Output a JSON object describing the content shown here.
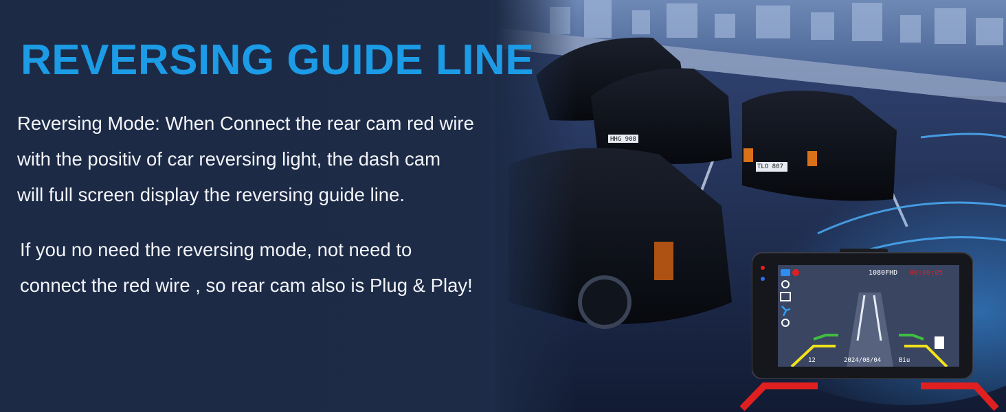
{
  "headline": "REVERSING GUIDE LINE",
  "paragraph1": {
    "lines": [
      "Reversing Mode: When Connect the rear cam red wire",
      "with the positiv of car reversing light,  the dash cam",
      "will full screen display the reversing guide line."
    ]
  },
  "paragraph2": {
    "lines": [
      "If you no need the reversing mode, not need to",
      "connect the red wire , so rear cam also is Plug & Play!"
    ]
  },
  "dashcam_screen": {
    "resolution": "1080FHD",
    "recording_time": "00:00:05",
    "time": "12",
    "date": "2024/08/04",
    "brand": "Biu"
  },
  "license_plates": {
    "center_car": "HHG 908",
    "right_car": "TLO 807"
  },
  "colors": {
    "headline": "#1c9be6",
    "background": "#1c2a45",
    "body_text": "#f2f4f8",
    "guide_red": "#e02020",
    "guide_yellow": "#f2e21a",
    "guide_green": "#3fbf3f"
  }
}
